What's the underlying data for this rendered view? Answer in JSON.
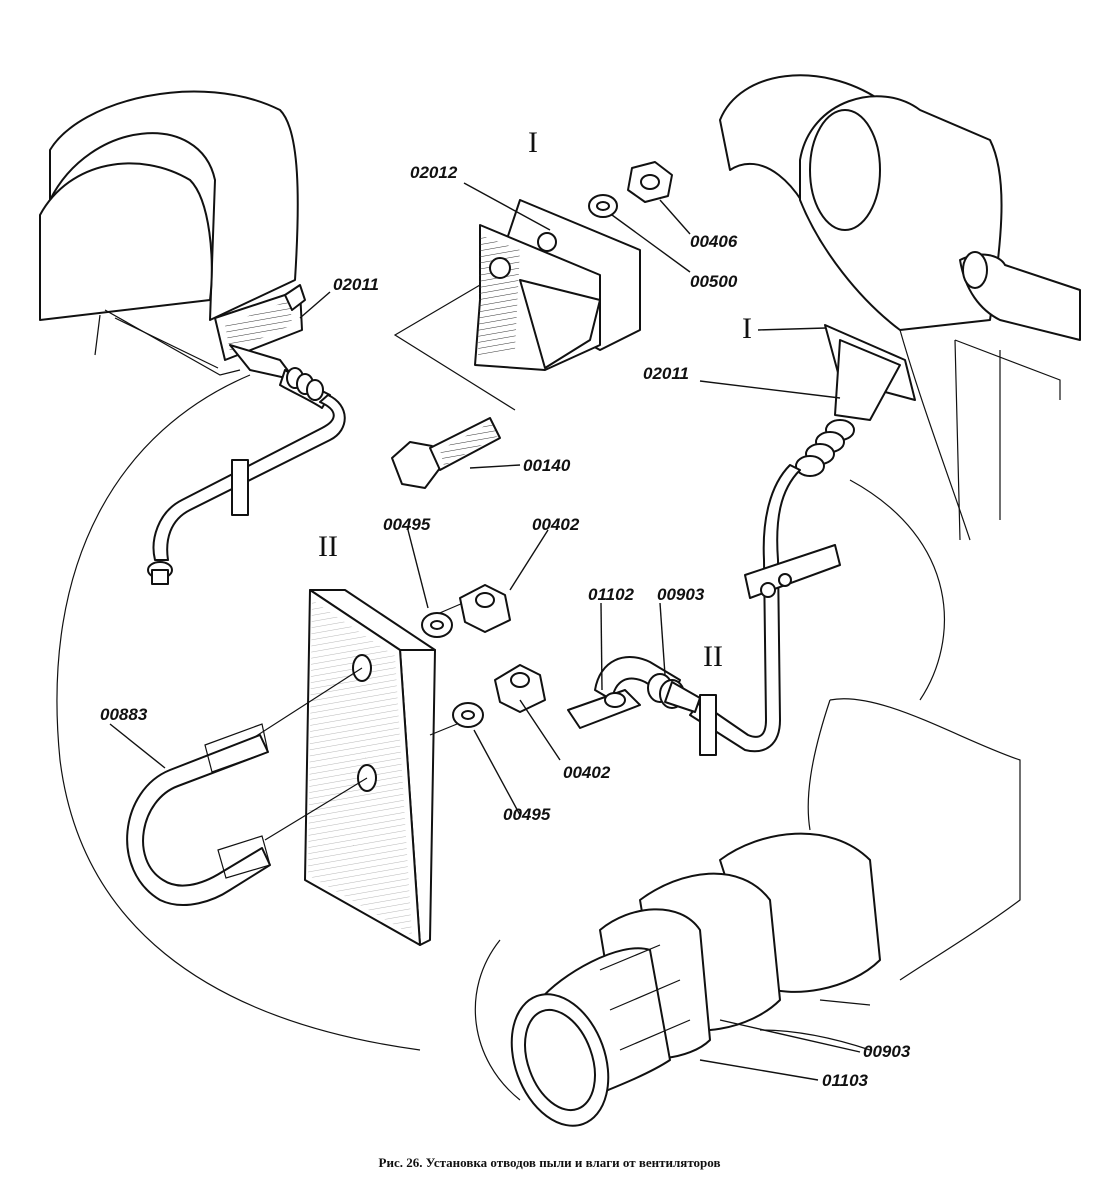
{
  "views": {
    "one": "I",
    "two": "II"
  },
  "parts": {
    "p02012": "02012",
    "p00406": "00406",
    "p00500": "00500",
    "p02011_left": "02011",
    "p02011_right": "02011",
    "p00140": "00140",
    "p00495_top": "00495",
    "p00402_top": "00402",
    "p01102": "01102",
    "p00903_small": "00903",
    "p00883": "00883",
    "p00402_bottom": "00402",
    "p00495_bottom": "00495",
    "p00903_large": "00903",
    "p01103": "01103"
  },
  "caption": "Рис. 26. Установка отводов пыли и влаги от вентиляторов"
}
